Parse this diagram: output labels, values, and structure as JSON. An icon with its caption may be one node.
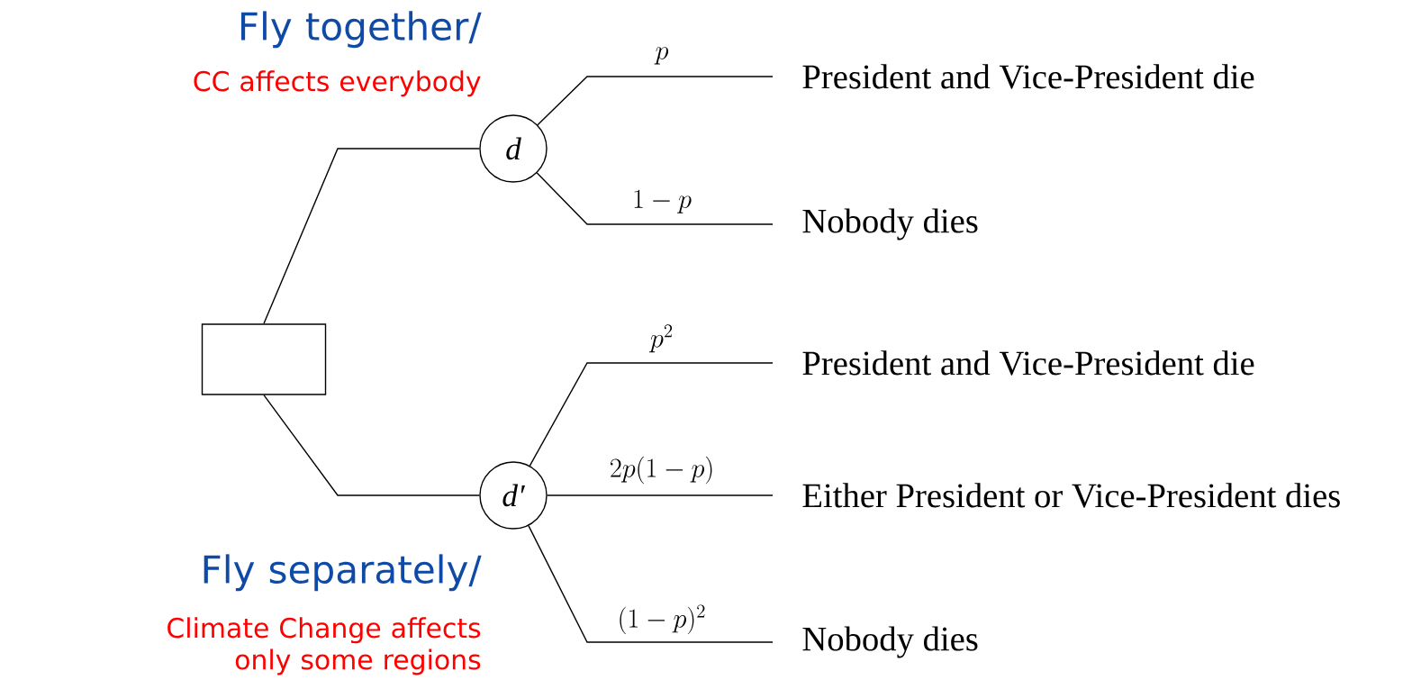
{
  "diagram": {
    "nodes": [
      {
        "text": [],
        "shape": "box"
      },
      {
        "text": [
          "d"
        ]
      },
      {
        "text": [
          "d′"
        ]
      },
      {
        "text": [
          "President and Vice-President die"
        ]
      },
      {
        "text": [
          "Nobody dies"
        ]
      },
      {
        "text": [
          "President and Vice-President die"
        ]
      },
      {
        "text": [
          "Either President or Vice-President dies"
        ]
      },
      {
        "text": [
          "Nobody dies"
        ]
      }
    ],
    "edges": [
      {
        "from": 0,
        "to": 1,
        "arrow": "none"
      },
      {
        "from": 0,
        "to": 2,
        "arrow": "none"
      },
      {
        "from": 1,
        "to": 3,
        "arrow": "none",
        "label": "p"
      },
      {
        "from": 1,
        "to": 4,
        "arrow": "none",
        "label": "1-p"
      },
      {
        "from": 2,
        "to": 5,
        "arrow": "none",
        "label": "p^{2}"
      },
      {
        "from": 2,
        "to": 6,
        "arrow": "none",
        "label": "2p(1-p)"
      },
      {
        "from": 2,
        "to": 7,
        "arrow": "none",
        "label": "(1-p)^{2}"
      }
    ],
    "labels": [
      "Fly together/",
      "CC affects everybody",
      "Fly separately/",
      "Climate Change affects only some regions"
    ]
  }
}
